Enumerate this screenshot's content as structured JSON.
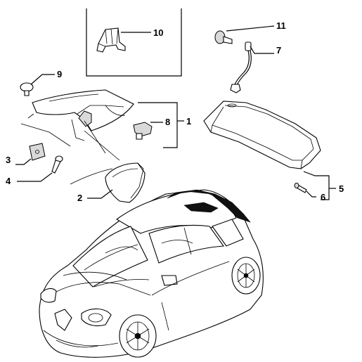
{
  "callouts": {
    "c1": "1",
    "c2": "2",
    "c3": "3",
    "c4": "4",
    "c5": "5",
    "c6": "6",
    "c7": "7",
    "c8": "8",
    "c9": "9",
    "c10": "10",
    "c11": "11"
  },
  "colors": {
    "line": "#000000",
    "background": "#ffffff",
    "highlight": "#111111"
  }
}
